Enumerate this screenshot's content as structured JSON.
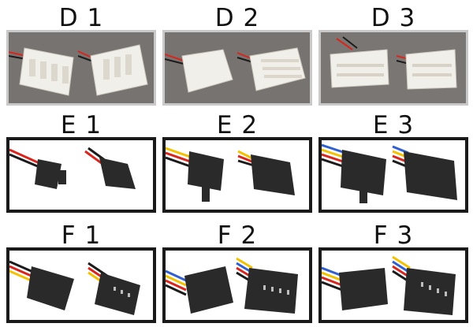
{
  "labels": {
    "d1": "D 1",
    "d2": "D 2",
    "d3": "D 3",
    "e1": "E 1",
    "e2": "E 2",
    "e3": "E 3",
    "f1": "F 1",
    "f2": "F 2",
    "f3": "F 3"
  },
  "colors": {
    "gray_frame": "#c9c9c9",
    "black_frame": "#1a1a1a",
    "wire_red": "#d8261e",
    "wire_black": "#1b1b1b",
    "wire_yellow": "#f2c200",
    "wire_blue": "#2f5fd0",
    "connector_white": "#f1efe9",
    "connector_black": "#2a2a2a"
  },
  "icons": {
    "molex_male": "white-4pin-molex-connector-icon",
    "molex_female": "white-4pin-molex-socket-icon",
    "jst_black": "black-jst-connector-icon",
    "fan_header": "black-fan-header-connector-icon"
  }
}
